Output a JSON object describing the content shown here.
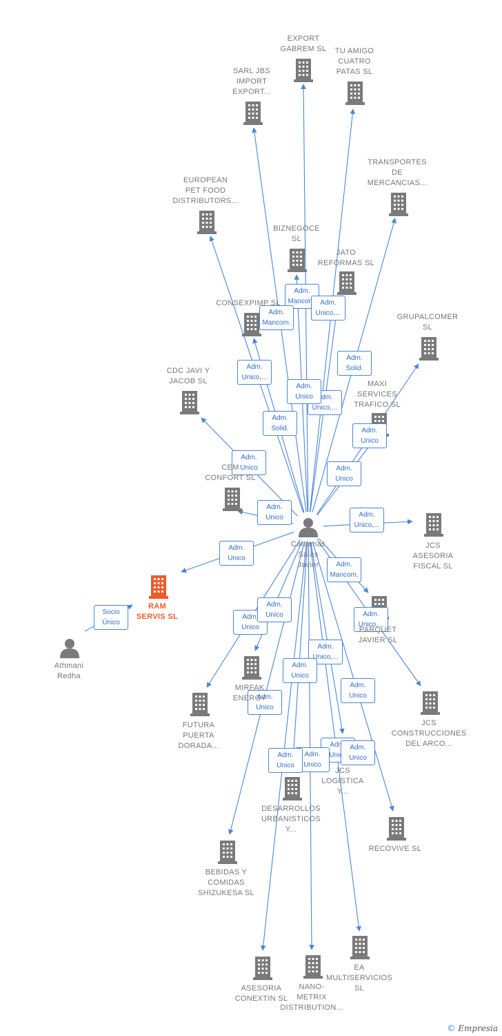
{
  "diagram": {
    "title": "",
    "colors": {
      "edge": "#4a86d8",
      "node": "#7a7a7a",
      "highlight": "#ef5a2a",
      "person": "#7a7a7a"
    },
    "nodes": [
      {
        "id": "cardenas",
        "label": "Cardenas\nSalas\nJavier",
        "kind": "person"
      },
      {
        "id": "athmani",
        "label": "Athmani\nRedha",
        "kind": "person"
      },
      {
        "id": "ram",
        "label": "RAM\nSERVIS  SL",
        "kind": "company",
        "highlight": true
      },
      {
        "id": "export",
        "label": "EXPORT\nGABREM  SL",
        "kind": "company"
      },
      {
        "id": "tuamigo",
        "label": "TU AMIGO\nCUATRO\nPATAS  SL",
        "kind": "company"
      },
      {
        "id": "sarl",
        "label": "SARL JBS\nIMPORT\nEXPORT...",
        "kind": "company"
      },
      {
        "id": "transportes",
        "label": "TRANSPORTES\nDE\nMERCANCIAS...",
        "kind": "company"
      },
      {
        "id": "european",
        "label": "EUROPEAN\nPET FOOD\nDISTRIBUTORS...",
        "kind": "company"
      },
      {
        "id": "biznegoce",
        "label": "BIZNEGOCE\nSL",
        "kind": "company"
      },
      {
        "id": "jato",
        "label": "JATO\nREFORMAS  SL",
        "kind": "company"
      },
      {
        "id": "consexpimp",
        "label": "CONSEXPIMP SL",
        "kind": "company"
      },
      {
        "id": "grupalcomer",
        "label": "GRUPALCOMER\nSL",
        "kind": "company"
      },
      {
        "id": "cdc",
        "label": "CDC JAVI Y\nJACOB  SL",
        "kind": "company"
      },
      {
        "id": "maxi",
        "label": "MAXI\nSERVICES\nTRAFICO  SL",
        "kind": "company"
      },
      {
        "id": "cem",
        "label": "CEM\nCONFORT  SL",
        "kind": "company"
      },
      {
        "id": "jcsasesoria",
        "label": "JCS\nASESORIA\nFISCAL  SL",
        "kind": "company"
      },
      {
        "id": "parquet",
        "label": "PARQUET\nJAVIER  SL",
        "kind": "company"
      },
      {
        "id": "mirfak",
        "label": "MIRFAK\nENERGY",
        "kind": "company"
      },
      {
        "id": "futura",
        "label": "FUTURA\nPUERTA\nDORADA...",
        "kind": "company"
      },
      {
        "id": "jcsconst",
        "label": "JCS\nCONSTRUCCIONES\nDEL ARCO...",
        "kind": "company"
      },
      {
        "id": "jcslog",
        "label": "JCS\nLOGISTICA\nY...",
        "kind": "company"
      },
      {
        "id": "desarrollos",
        "label": "DESARROLLOS\nURBANISTICOS\nY...",
        "kind": "company"
      },
      {
        "id": "recovive",
        "label": "RECOVIVE  SL",
        "kind": "company"
      },
      {
        "id": "bebidas",
        "label": "BEBIDAS Y\nCOMIDAS\nSHIZUKESA  SL",
        "kind": "company"
      },
      {
        "id": "ea",
        "label": "EA\nMULTISERVICIOS\nSL",
        "kind": "company"
      },
      {
        "id": "asesoria",
        "label": "ASESORIA\nCONEXTIN  SL",
        "kind": "company"
      },
      {
        "id": "nano",
        "label": "NANO-\nMETRIX\nDISTRIBUTION...",
        "kind": "company"
      }
    ],
    "edges": [
      {
        "from": "cardenas",
        "to": "export",
        "label": ""
      },
      {
        "from": "cardenas",
        "to": "tuamigo",
        "label": ""
      },
      {
        "from": "cardenas",
        "to": "sarl",
        "label": ""
      },
      {
        "from": "cardenas",
        "to": "transportes",
        "label": "Adm.\nSolid."
      },
      {
        "from": "cardenas",
        "to": "european",
        "label": "Adm.\nUnico,..."
      },
      {
        "from": "cardenas",
        "to": "biznegoce",
        "label": "Adm.\nMancom."
      },
      {
        "from": "cardenas",
        "to": "jato",
        "label": "Adm.\nUnico,..."
      },
      {
        "from": "cardenas",
        "to": "consexpimp",
        "label": "Adm.\nMancom."
      },
      {
        "from": "cardenas",
        "to": "grupalcomer",
        "label": "Adm.\nUnico"
      },
      {
        "from": "cardenas",
        "to": "cdc",
        "label": "Adm.\nUnico"
      },
      {
        "from": "cardenas",
        "to": "maxi",
        "label": "Adm.\nUnico"
      },
      {
        "from": "cardenas",
        "to": "cem",
        "label": "Adm.\nUnico"
      },
      {
        "from": "cardenas",
        "to": "jcsasesoria",
        "label": "Adm.\nUnico,..."
      },
      {
        "from": "cardenas",
        "to": "parquet",
        "label": "Adm.\nMancom."
      },
      {
        "from": "cardenas",
        "to": "ram",
        "label": "Adm.\nUnico"
      },
      {
        "from": "cardenas",
        "to": "mirfak",
        "label": "Adm.\nUnico"
      },
      {
        "from": "cardenas",
        "to": "futura",
        "label": "Adm.\nUnico"
      },
      {
        "from": "cardenas",
        "to": "jcsconst",
        "label": "Adm.\nUnico,..."
      },
      {
        "from": "cardenas",
        "to": "jcslog",
        "label": "Adm.\nUnico"
      },
      {
        "from": "cardenas",
        "to": "desarrollos",
        "label": "Adm.\nUnico"
      },
      {
        "from": "cardenas",
        "to": "recovive",
        "label": "Adm.\nUnico"
      },
      {
        "from": "cardenas",
        "to": "bebidas",
        "label": "Adm.\nUnico"
      },
      {
        "from": "cardenas",
        "to": "ea",
        "label": "Adm.\nUnico,..."
      },
      {
        "from": "cardenas",
        "to": "asesoria",
        "label": "Adm.\nUnico"
      },
      {
        "from": "cardenas",
        "to": "nano",
        "label": "Adm.\nUnico"
      },
      {
        "from": "athmani",
        "to": "ram",
        "label": "Socio\nÚnico"
      }
    ],
    "extra_badges": [
      {
        "label": "Adm.\nUnico,..."
      },
      {
        "label": "Adm.\nSolid."
      },
      {
        "label": "Adm.\nUnico"
      },
      {
        "label": "Adm.\nUnico"
      }
    ]
  },
  "footer": {
    "copyright_symbol": "©",
    "brand": "Empresia"
  }
}
